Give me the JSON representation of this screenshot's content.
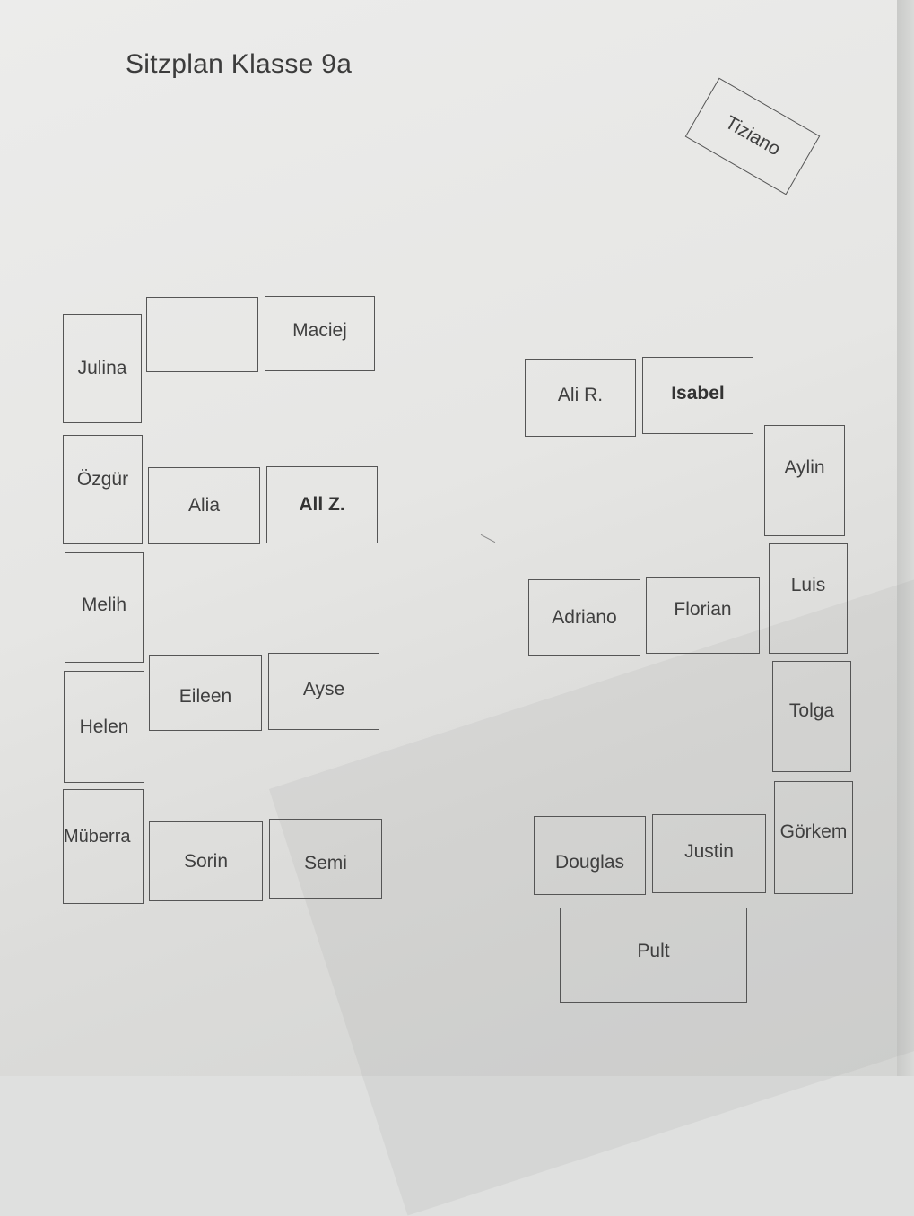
{
  "title": "Sitzplan Klasse 9a",
  "teacher_desk": "Pult",
  "seats": {
    "tiziano": "Tiziano",
    "julina": "Julina",
    "empty": "",
    "maciej": "Maciej",
    "oezguer": "Özgür",
    "alia": "Alia",
    "ali_z": "All Z.",
    "melih": "Melih",
    "helen": "Helen",
    "eileen": "Eileen",
    "ayse": "Ayse",
    "mueberra": "Müberra",
    "sorin": "Sorin",
    "semi": "Semi",
    "ali_r": "Ali R.",
    "isabel": "Isabel",
    "aylin": "Aylin",
    "adriano": "Adriano",
    "florian": "Florian",
    "luis": "Luis",
    "tolga": "Tolga",
    "douglas": "Douglas",
    "justin": "Justin",
    "goerkem": "Görkem"
  }
}
